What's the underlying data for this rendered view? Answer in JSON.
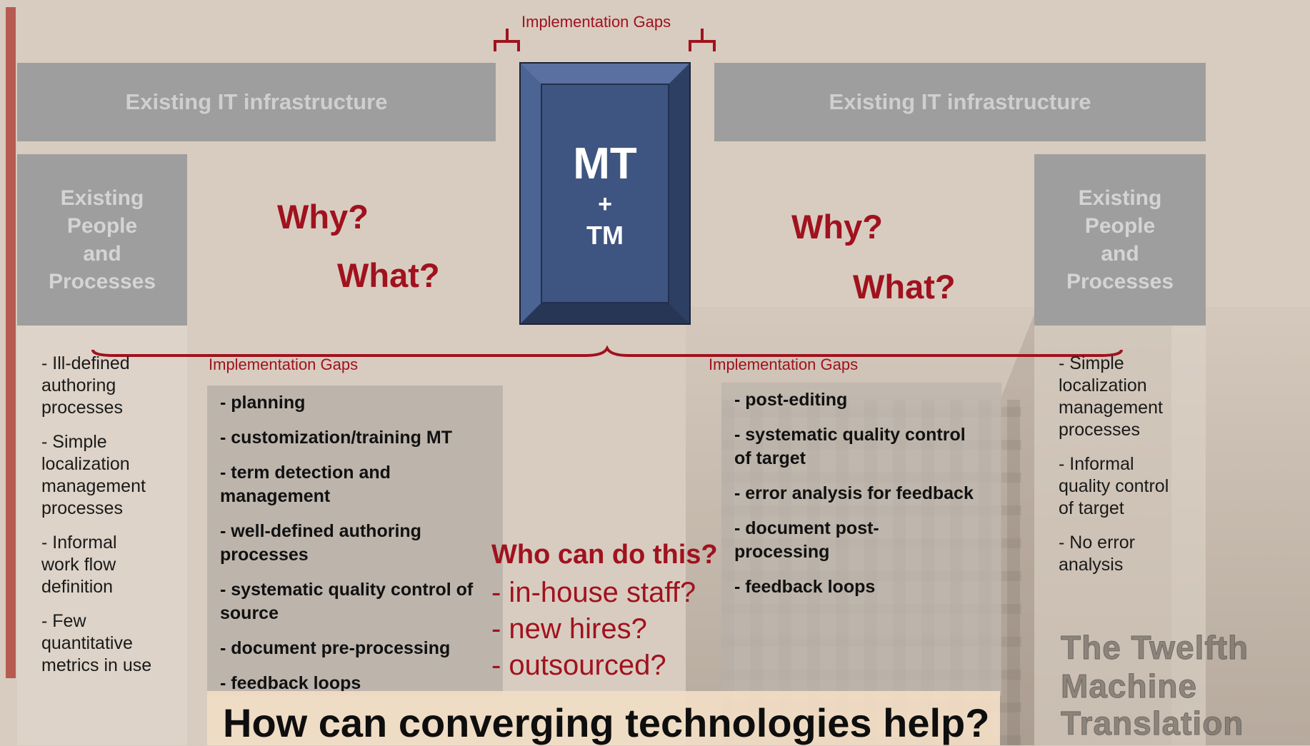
{
  "top_gap_label": "Implementation Gaps",
  "infra_left": "Existing IT infrastructure",
  "infra_right": "Existing IT infrastructure",
  "people_left": [
    "Existing",
    "People",
    "and",
    "Processes"
  ],
  "people_right": [
    "Existing",
    "People",
    "and",
    "Processes"
  ],
  "center_box": {
    "line1": "MT",
    "line2": "+",
    "line3": "TM"
  },
  "left_questions": {
    "why": "Why?",
    "what": "What?"
  },
  "right_questions": {
    "why": "Why?",
    "what": "What?"
  },
  "left_gap_label": "Implementation Gaps",
  "right_gap_label": "Implementation Gaps",
  "left_column": [
    [
      "- Ill-defined",
      "authoring",
      "processes"
    ],
    [
      "- Simple",
      "localization",
      "management",
      "processes"
    ],
    [
      "- Informal",
      "work flow",
      "definition"
    ],
    [
      "- Few",
      "quantitative",
      "metrics in use"
    ]
  ],
  "right_column": [
    [
      "- Simple",
      "localization",
      "management",
      "processes"
    ],
    [
      "- Informal",
      "quality control",
      "of target"
    ],
    [
      "- No error",
      "analysis"
    ]
  ],
  "left_gaps": [
    [
      "- planning"
    ],
    [
      "- customization/training MT"
    ],
    [
      "- term detection and",
      "management"
    ],
    [
      "- well-defined authoring",
      "processes"
    ],
    [
      "- systematic quality control of",
      "source"
    ],
    [
      "- document pre-processing"
    ],
    [
      "- feedback loops"
    ]
  ],
  "right_gaps": [
    [
      "- post-editing"
    ],
    [
      "- systematic quality control",
      "of target"
    ],
    [
      "- error analysis for feedback"
    ],
    [
      "- document post-",
      "processing"
    ],
    [
      "- feedback loops"
    ]
  ],
  "who": {
    "title": "Who can do this?",
    "items": [
      "- in-house staff?",
      "- new hires?",
      "- outsourced?"
    ]
  },
  "bottom_question": "How can converging technologies help?",
  "watermark": [
    "The Twelfth",
    "Machine",
    "Translation"
  ],
  "colors": {
    "accent_red": "#a0121e",
    "bar_gray": "#9e9e9e",
    "box_blue": "#3f5787",
    "background": "#d8ccc0"
  }
}
